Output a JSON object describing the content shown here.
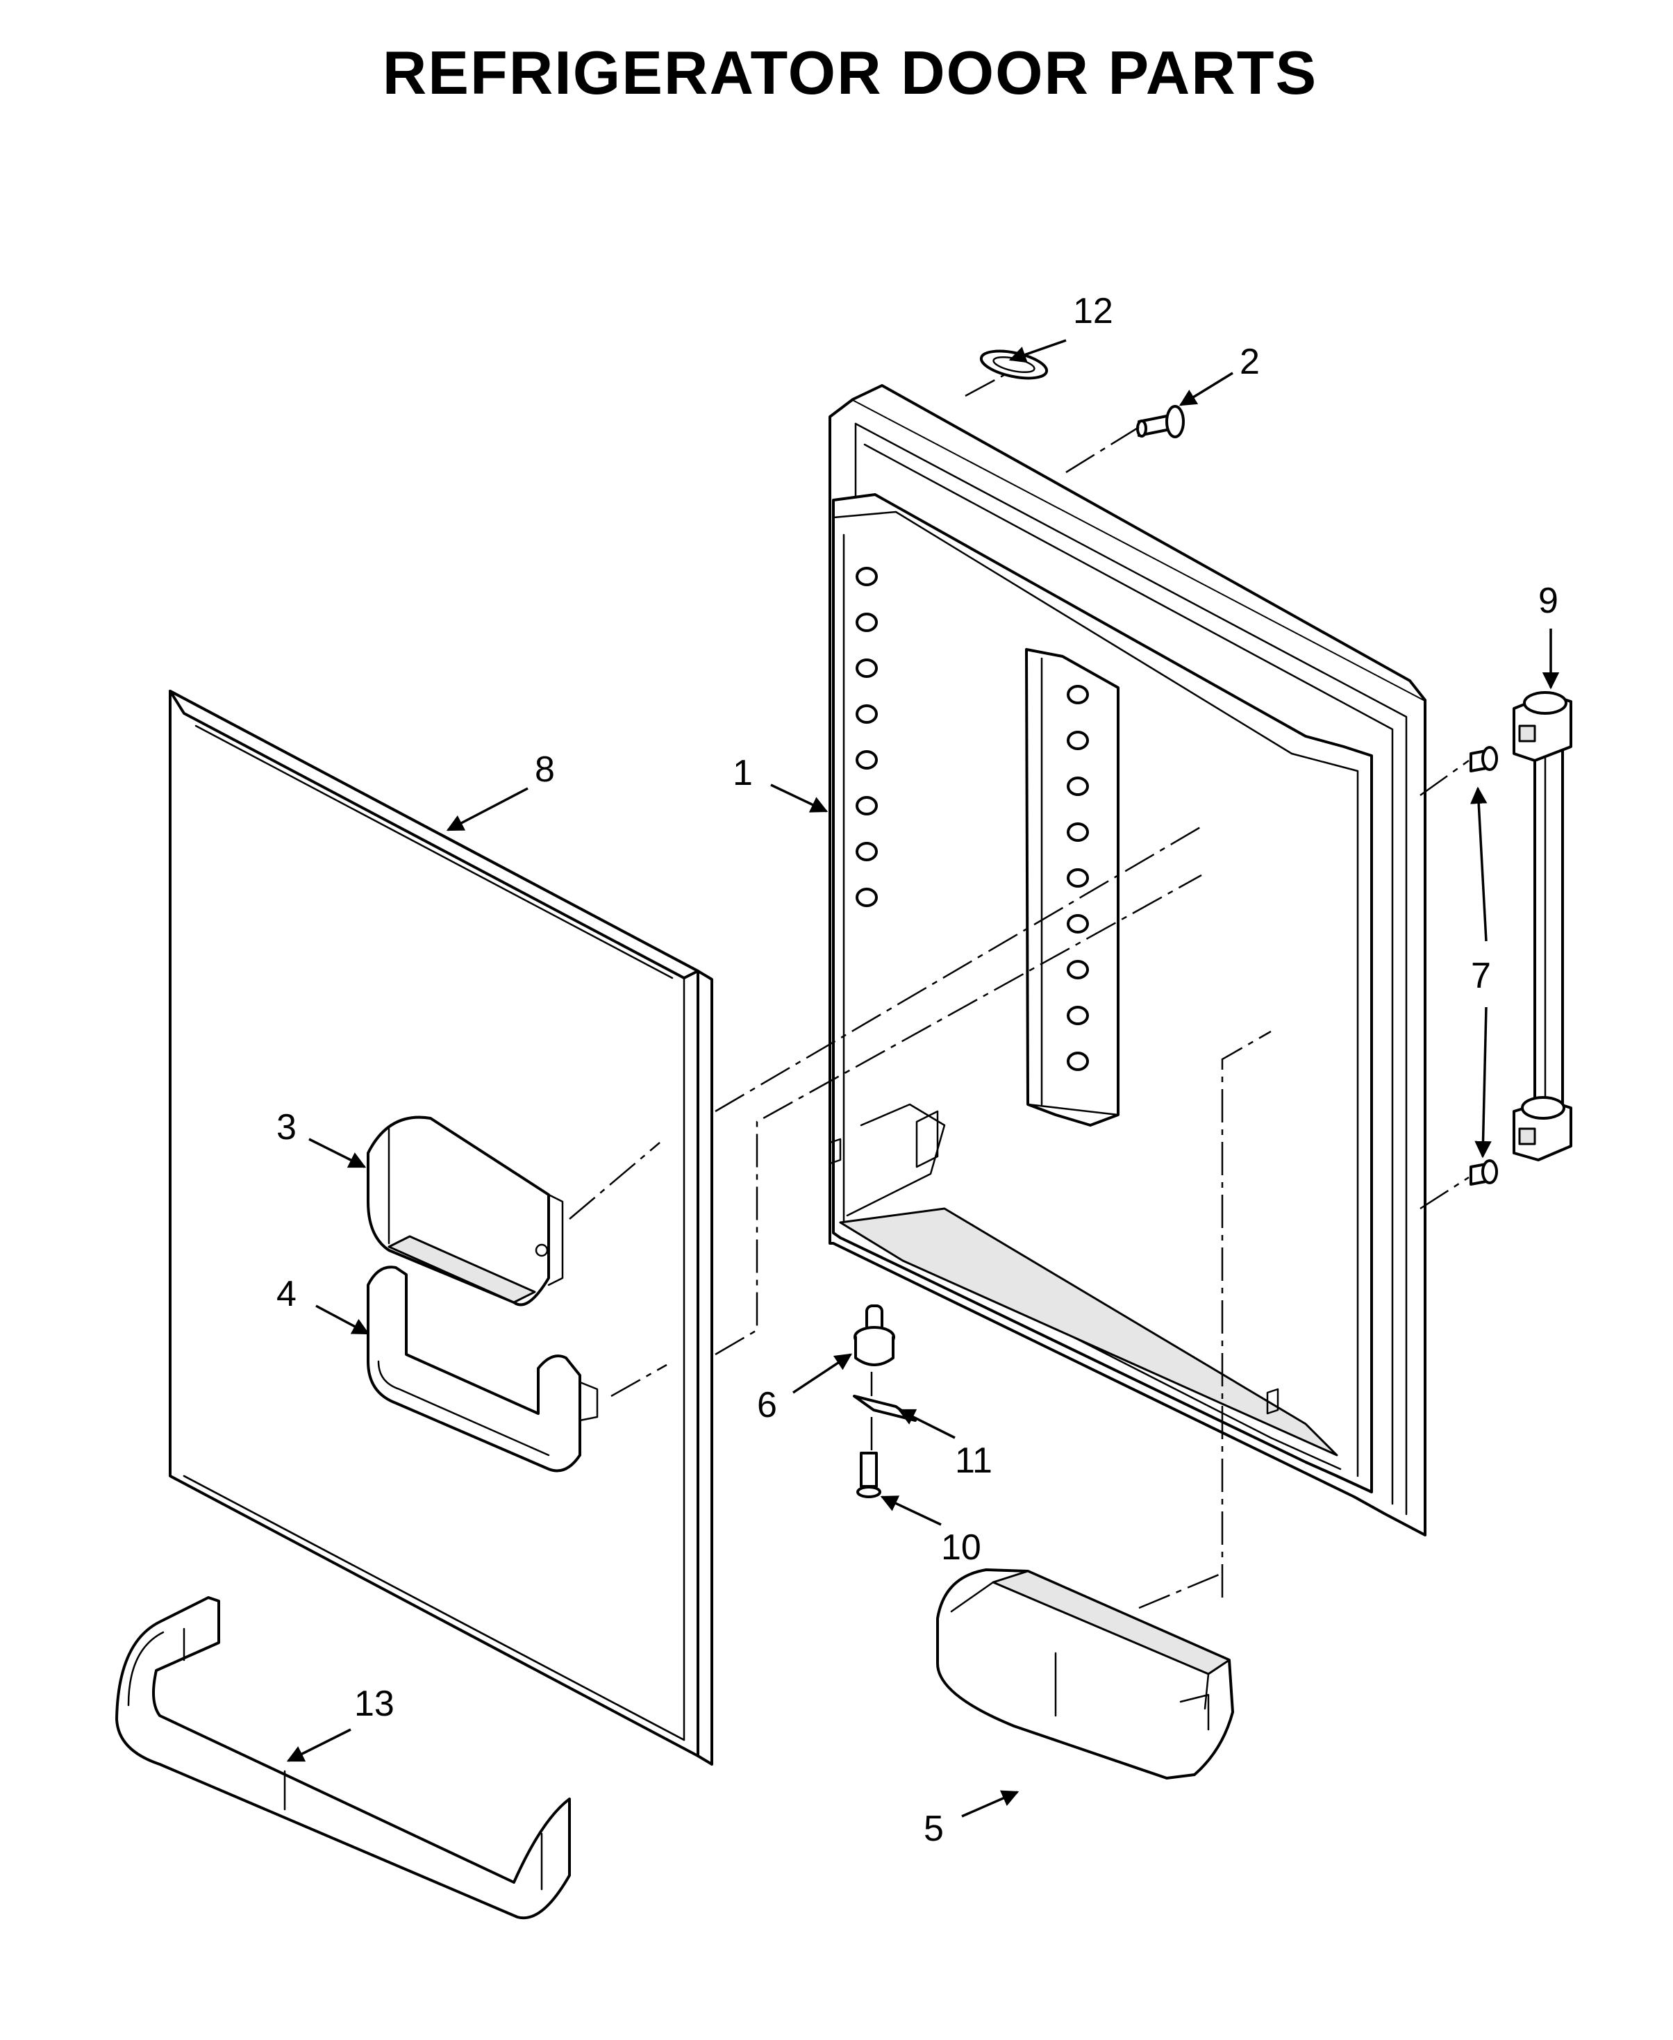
{
  "title": "REFRIGERATOR DOOR PARTS",
  "callouts": {
    "c1": "1",
    "c2": "2",
    "c3": "3",
    "c4": "4",
    "c5": "5",
    "c6": "6",
    "c7": "7",
    "c8": "8",
    "c9": "9",
    "c10": "10",
    "c11": "11",
    "c12": "12",
    "c13": "13"
  },
  "colors": {
    "line": "#000000",
    "background": "#ffffff",
    "shade": "#e6e6e6"
  }
}
